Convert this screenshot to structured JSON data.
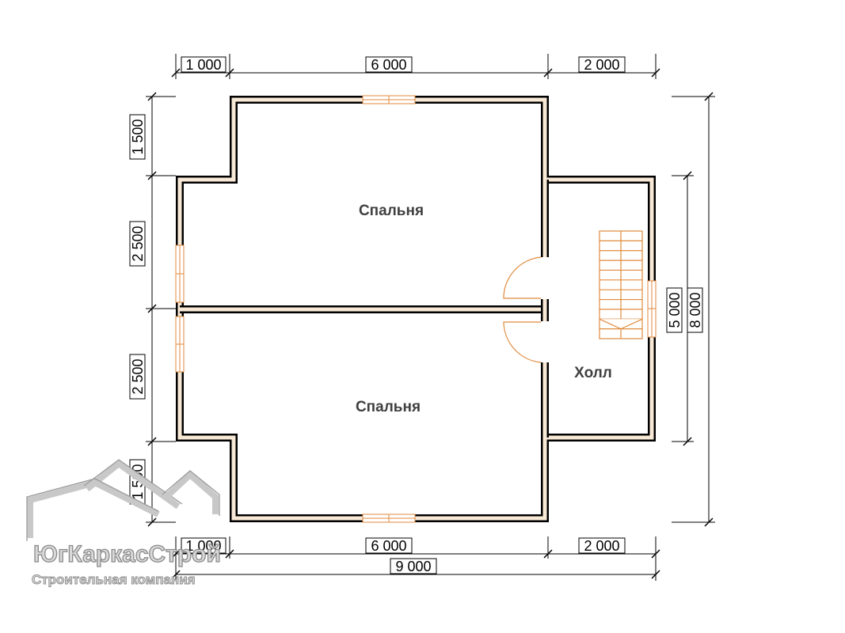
{
  "plan": {
    "rooms": {
      "bedroom_top": "Спальня",
      "bedroom_bottom": "Спальня",
      "hall": "Холл"
    },
    "dimensions": {
      "top": [
        "1 000",
        "6 000",
        "2 000"
      ],
      "bottom": [
        "1 000",
        "6 000",
        "2 000"
      ],
      "bottom_total": "9 000",
      "left": [
        "1 500",
        "2 500",
        "2 500",
        "1 500"
      ],
      "right_inner": "5 000",
      "right_total": "8 000"
    },
    "colors": {
      "wall": "#000000",
      "wall_fill": "#f8e9d6",
      "window_door_stair": "#e08a3c",
      "room_label": "#404040"
    }
  },
  "watermark": {
    "title": "ЮгКаркасСтрой",
    "subtitle": "Строительная компания"
  }
}
